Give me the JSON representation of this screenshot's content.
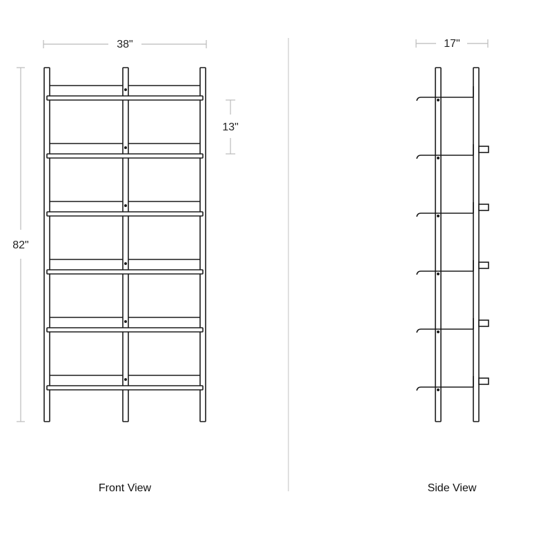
{
  "front_view": {
    "label": "Front View",
    "width_dimension": "38\"",
    "height_dimension": "82\"",
    "shelf_spacing_dimension": "13\"",
    "shelf_count": 6
  },
  "side_view": {
    "label": "Side View",
    "depth_dimension": "17\"",
    "shelf_count": 6
  },
  "colors": {
    "line": "#1a1a1a",
    "dimension_line": "#bbbbbb",
    "divider": "#cccccc"
  }
}
